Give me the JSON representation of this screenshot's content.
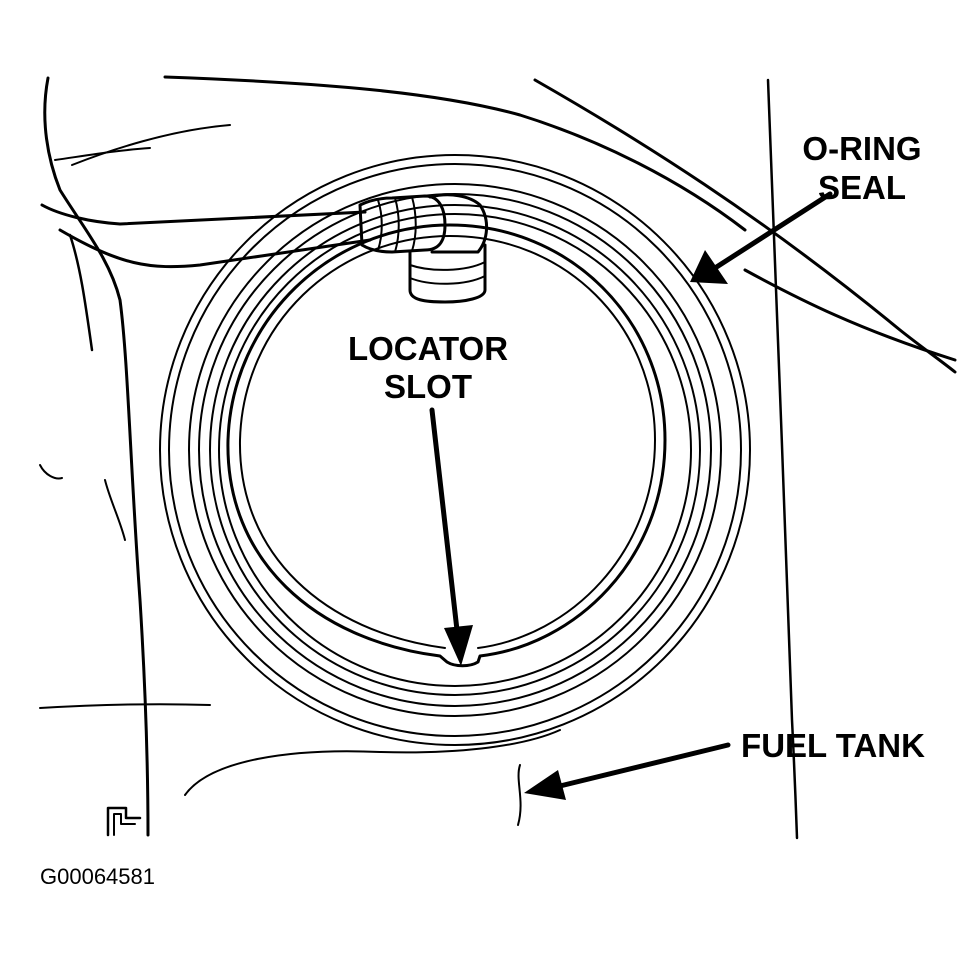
{
  "labels": {
    "o_ring_line1": "O-RING",
    "o_ring_line2": "SEAL",
    "locator_line1": "LOCATOR",
    "locator_line2": "SLOT",
    "fuel_tank": "FUEL TANK"
  },
  "figure_id": "G00064581",
  "colors": {
    "ink": "#000000",
    "background": "#ffffff"
  }
}
